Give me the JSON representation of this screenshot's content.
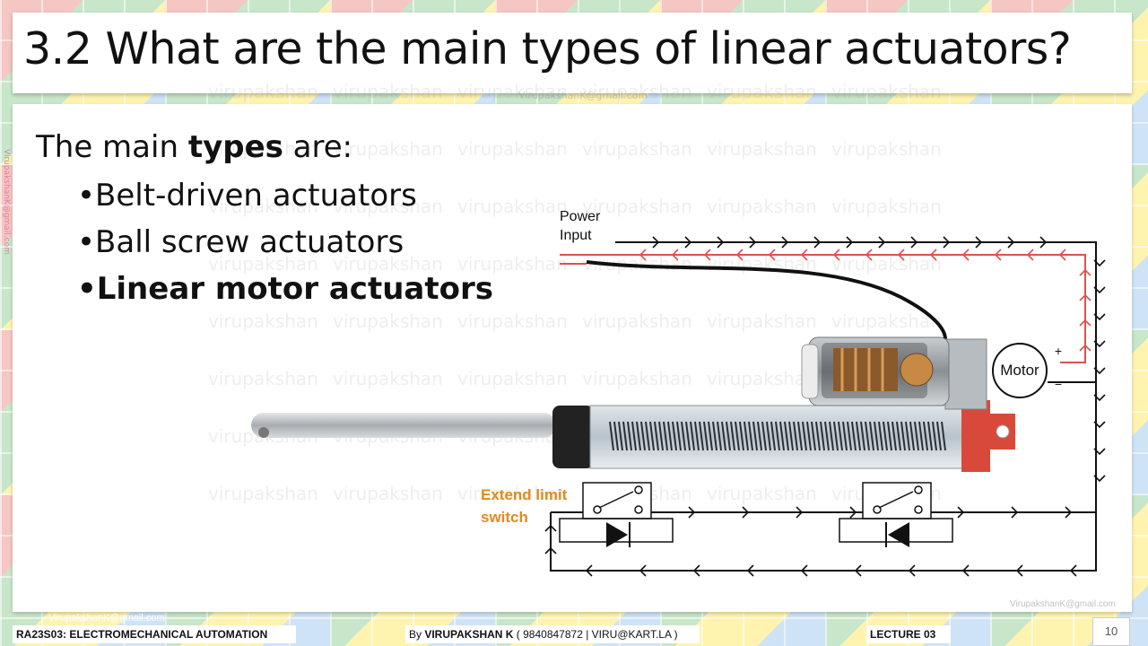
{
  "slide": {
    "title": "3.2 What are the main types of linear actuators?",
    "intro_prefix": "The main ",
    "intro_bold": "types",
    "intro_suffix": " are:",
    "bullets": [
      "•Belt-driven actuators",
      "•Ball screw actuators",
      "•Linear motor actuators"
    ],
    "watermark_text": "virupakshan",
    "watermark_email": "VirupakshanK@gmail.com",
    "side_email": "VirupakshanK@gmail.com"
  },
  "diagram": {
    "power_input_line1": "Power",
    "power_input_line2": "Input",
    "motor_label": "Motor",
    "motor_plus": "+",
    "motor_minus": "−",
    "switch_label_line1": "Extend limit",
    "switch_label_line2": "switch",
    "colors": {
      "wire_red": "#d9534f",
      "wire_black": "#111111",
      "label_orange": "#e08a1e",
      "bracket_red": "#d9493a"
    }
  },
  "footer": {
    "course": "RA23S03:   ELECTROMECHANICAL AUTOMATION",
    "by_prefix": "By ",
    "author": "VIRUPAKSHAN K",
    "contact": " ( 9840847872 | VIRU@KART.LA )",
    "lecture": "LECTURE 03",
    "email": "VirupakshanK@gmail.com",
    "right_email": "VirupakshanK@gmail.com",
    "slide_number": "10"
  }
}
